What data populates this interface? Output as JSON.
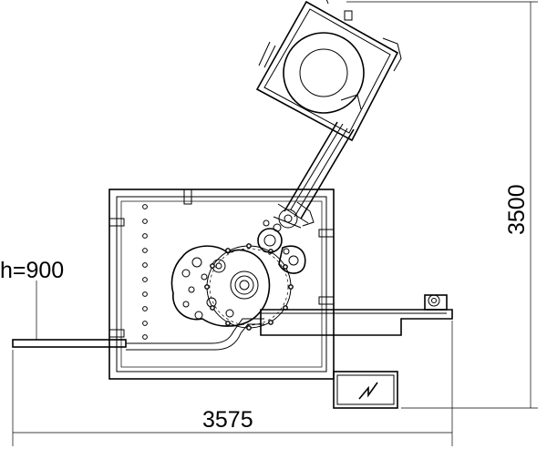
{
  "dimensions": {
    "width_label": "3575",
    "height_label": "3500",
    "elevation_label": "h=900"
  }
}
